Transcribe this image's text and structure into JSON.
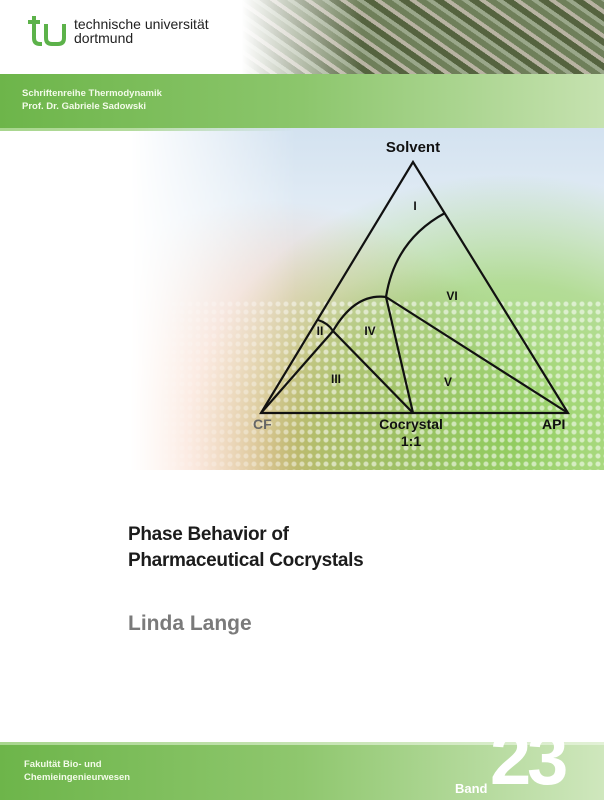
{
  "header": {
    "university_line1": "technische universität",
    "university_line2": "dortmund",
    "series": "Schriftenreihe Thermodynamik",
    "editor": "Prof. Dr. Gabriele Sadowski"
  },
  "diagram": {
    "vertices": {
      "top": "Solvent",
      "left": "CF",
      "right": "API",
      "bottom_mid_line1": "Cocrystal",
      "bottom_mid_line2": "1:1"
    },
    "regions": [
      "I",
      "II",
      "III",
      "IV",
      "V",
      "VI"
    ]
  },
  "book": {
    "title_line1": "Phase Behavior of",
    "title_line2": "Pharmaceutical Cocrystals",
    "author": "Linda Lange"
  },
  "footer": {
    "faculty_line1": "Fakultät Bio- und",
    "faculty_line2": "Chemieingenieurwesen",
    "volume_label": "Band",
    "volume_number": "23"
  },
  "colors": {
    "brand_green": "#6db54a",
    "title": "#1c1c1c",
    "author": "#7a7a7a"
  }
}
